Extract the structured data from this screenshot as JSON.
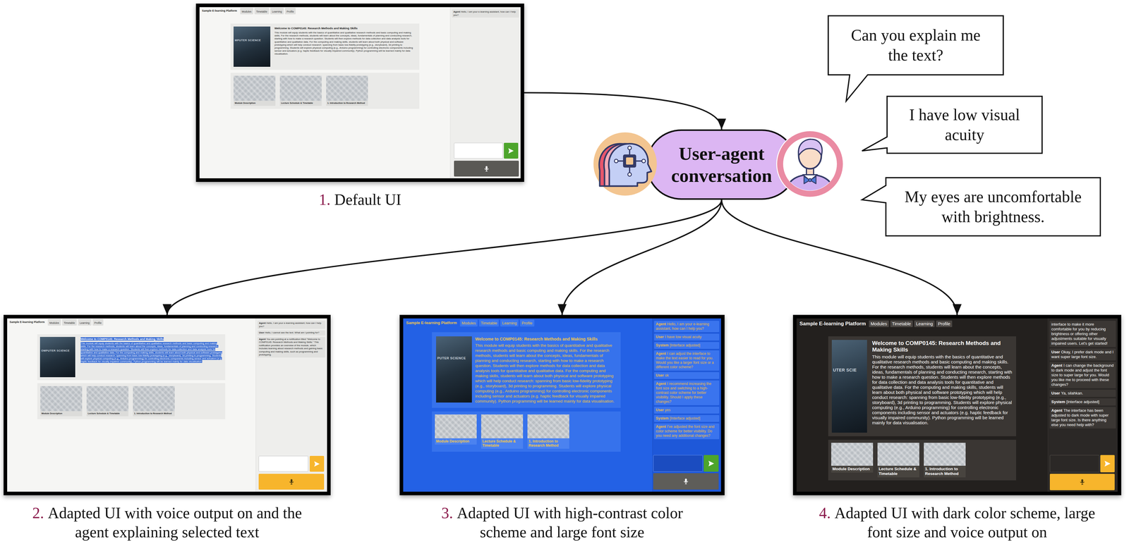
{
  "diagram": {
    "nodes": [
      {
        "text": [
          "1.",
          "Default UI"
        ]
      },
      {
        "text": [
          "Modules"
        ],
        "in": 0
      },
      {
        "text": [
          "Timetable"
        ],
        "in": 0
      },
      {
        "text": [
          "Learning"
        ],
        "in": 0
      },
      {
        "text": [
          "Profile"
        ],
        "in": 0
      },
      {
        "text": [
          "Welcome to COMP0145: Research Methods and Making Skills",
          "This module will equip students with the basics of quantitative and qualitative research methods and basic computing and making skills. For the research methods, students will learn about the concepts, ideas, fundamentals of planning and conducting research, starting with how to make a research question. Students will then explore methods for data collection and data analysis tools for quantitative and qualitative data. For the computing and making skills, students will learn about both physical and software prototyping which will help conduct research: spanning from basic low-fidelity prototyping (e.g., storyboard), 3d printing to programming. Students will explore physical computing (e.g., Arduino programming) for controlling electronic components including sensor and actuators (e.g. haptic feedback for visually impaired community). Python programming will be learned mainly for data visualisation."
        ],
        "in": 0
      },
      {
        "text": [
          "Module Description"
        ],
        "in": 0
      },
      {
        "text": [
          "Lecture Schedule & Timetable"
        ],
        "in": 0
      },
      {
        "text": [
          "1. Introduction to Research Method"
        ],
        "in": 0
      },
      {
        "text": [
          "Agent",
          "Hello, I am your e-learning assistant, how can I help you?"
        ],
        "in": 0
      },
      {
        "text": [
          "User-agent conversation"
        ]
      },
      {
        "text": [
          "Can you explain me the text?"
        ]
      },
      {
        "text": [
          "I have low visual acuity"
        ]
      },
      {
        "text": [
          "My eyes are uncomfortable with brightness."
        ]
      },
      {
        "text": [
          "2.",
          "Adapted UI with voice output on and the agent explaining selected text"
        ]
      },
      {
        "text": [
          "Modules"
        ],
        "in": 14
      },
      {
        "text": [
          "Timetable"
        ],
        "in": 14
      },
      {
        "text": [
          "Learning"
        ],
        "in": 14
      },
      {
        "text": [
          "Profile"
        ],
        "in": 14
      },
      {
        "text": [
          "Welcome to COMP0145: Research Methods and Making Skills",
          "This module will equip students with the basics of quantitative and qualitative research methods and basic computing and making skills. For the research methods, students will learn about the concepts, ideas, fundamentals of planning and conducting research, starting with how to make a research question. Students will then explore methods for data collection and data analysis tools for quantitative and qualitative data. For the computing and making skills, students will learn about both physical and software prototyping which will help conduct research: spanning from basic low-fidelity prototyping (e.g., storyboard), 3d printing to programming. Students will explore physical computing (e.g., Arduino programming) for controlling electronic components including sensor and actuators (e.g. haptic feedback for visually impaired community). Python programming will be learned mainly for data visualisation."
        ],
        "in": 14
      },
      {
        "text": [
          "Module Description"
        ],
        "in": 14
      },
      {
        "text": [
          "Lecture Schedule & Timetable"
        ],
        "in": 14
      },
      {
        "text": [
          "1. Introduction to Research Method"
        ],
        "in": 14
      },
      {
        "text": [
          "Agent",
          "Hello, I am your e-learning assistant, how can I help you?"
        ],
        "in": 14
      },
      {
        "text": [
          "User",
          "Hello, I cannot see the text. What am I pointing for?"
        ],
        "in": 14
      },
      {
        "text": [
          "Agent",
          "You are pointing at a notification titled \"Welcome to COMP0145: Research Methods and Making Skills.\" This notification provides an overview of the module, which includes learning about research methods and gaining basic computing and making skills, such as programming and prototyping."
        ],
        "in": 14
      },
      {
        "text": [
          "3.",
          "Adapted UI with high-contrast color scheme and large font size"
        ]
      },
      {
        "text": [
          "Modules"
        ],
        "in": 26
      },
      {
        "text": [
          "Timetable"
        ],
        "in": 26
      },
      {
        "text": [
          "Learning"
        ],
        "in": 26
      },
      {
        "text": [
          "Profile"
        ],
        "in": 26
      },
      {
        "text": [
          "Welcome to COMP0145: Research Methods and Making Skills",
          "This module will equip students with the basics of quantitative and qualitative research methods and basic computing and making skills. For the research methods, students will learn about the concepts, ideas, fundamentals of planning and conducting research, starting with how to make a research question. Students will then explore methods for data collection and data analysis tools for quantitative and qualitative data. For the computing and making skills, students will learn about both physical and software prototyping which will help conduct research: spanning from basic low-fidelity prototyping (e.g., storyboard), 3d printing to programming. Students will explore physical computing (e.g., Arduino programming) for controlling electronic components including sensor and actuators (e.g. haptic feedback for visually impaired community). Python programming will be learned mainly for data visualisation."
        ],
        "in": 26
      },
      {
        "text": [
          "Module Description"
        ],
        "in": 26
      },
      {
        "text": [
          "Lecture Schedule & Timetable"
        ],
        "in": 26
      },
      {
        "text": [
          "1. Introduction to Research Method"
        ],
        "in": 26
      },
      {
        "text": [
          "Agent",
          "Hello, I am your e-learning assistant, how can I help you?"
        ],
        "in": 26
      },
      {
        "text": [
          "User",
          "I have low visual acuity"
        ],
        "in": 26
      },
      {
        "text": [
          "System",
          "[Interface adjusted]"
        ],
        "in": 26
      },
      {
        "text": [
          "Agent",
          "I can adjust the interface to make the text easier to read for you. Would you like a larger font size or a different color scheme?"
        ],
        "in": 26
      },
      {
        "text": [
          "User",
          "ok"
        ],
        "in": 26
      },
      {
        "text": [
          "Agent",
          "I recommend increasing the font size and switching to a high-contrast color scheme for better visibility. Should I apply these changes?"
        ],
        "in": 26
      },
      {
        "text": [
          "User",
          "yes"
        ],
        "in": 26
      },
      {
        "text": [
          "System",
          "[Interface adjusted]"
        ],
        "in": 26
      },
      {
        "text": [
          "Agent",
          "I've adjusted the font size and color scheme for better visibility. Do you need any additional changes?"
        ],
        "in": 26
      },
      {
        "text": [
          "4.",
          "Adapted UI with dark color scheme, large font size and voice output on"
        ]
      },
      {
        "text": [
          "Modules"
        ],
        "in": 44
      },
      {
        "text": [
          "Timetable"
        ],
        "in": 44
      },
      {
        "text": [
          "Learning"
        ],
        "in": 44
      },
      {
        "text": [
          "Profile"
        ],
        "in": 44
      },
      {
        "text": [
          "Welcome to COMP0145: Research Methods and Making Skills",
          "This module will equip students with the basics of quantitative and qualitative research methods and basic computing and making skills. For the research methods, students will learn about the concepts, ideas, fundamentals of planning and conducting research, starting with how to make a research question. Students will then explore methods for data collection and data analysis tools for quantitative and qualitative data. For the computing and making skills, students will learn about both physical and software prototyping which will help conduct research: spanning from basic low-fidelity prototyping (e.g., storyboard), 3d printing to programming. Students will explore physical computing (e.g., Arduino programming) for controlling electronic components including sensor and actuators (e.g. haptic feedback for visually impaired community). Python programming will be learned mainly for data visualisation."
        ],
        "in": 44
      },
      {
        "text": [
          "Module Description"
        ],
        "in": 44
      },
      {
        "text": [
          "Lecture Schedule & Timetable"
        ],
        "in": 44
      },
      {
        "text": [
          "1. Introduction to Research Method"
        ],
        "in": 44
      },
      {
        "text": [
          "interface to make it more comfortable for you by reducing brightness or offering other adjustments suitable for visually impaired users. Let's get started!"
        ],
        "in": 44
      },
      {
        "text": [
          "User",
          "Okay, I prefer dark mode and I want super large font size."
        ],
        "in": 44
      },
      {
        "text": [
          "Agent",
          "I can change the background to dark mode and adjust the font size to super large for you. Would you like me to proceed with these changes?"
        ],
        "in": 44
      },
      {
        "text": [
          "User",
          "Ya, silahkan."
        ],
        "in": 44
      },
      {
        "text": [
          "System",
          "[Interface adjusted]"
        ],
        "in": 44
      },
      {
        "text": [
          "Agent",
          "The interface has been adjusted to dark mode with super large font size. Is there anything else you need help with?"
        ],
        "in": 44
      }
    ],
    "edges": [
      {
        "from": 0,
        "to": 10,
        "arrow": "to"
      },
      {
        "from": 10,
        "to": 14,
        "arrow": "to"
      },
      {
        "from": 10,
        "to": 26,
        "arrow": "to"
      },
      {
        "from": 10,
        "to": 44,
        "arrow": "to"
      }
    ],
    "labels": [
      "Sample E-learning Platform",
      "MPUTER SCIENCE",
      "Sample E-learning Platform",
      "OMPUTER SCIENCE",
      "Sample E-learning Platform",
      "PUTER SCIENCE",
      "Sample E-learning Platform",
      "UTER SCIE"
    ]
  }
}
